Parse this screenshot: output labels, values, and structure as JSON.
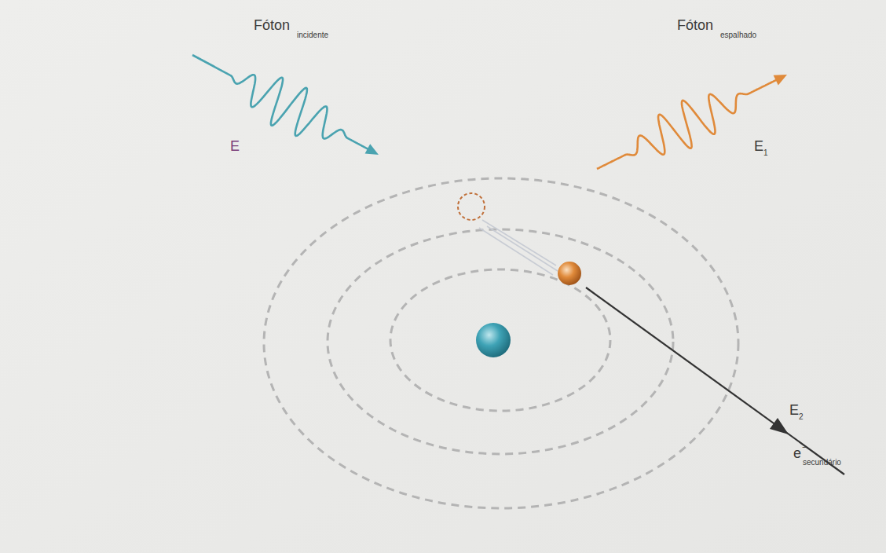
{
  "diagram": {
    "labels": [
      "Fóton",
      "incidente",
      "E",
      "Fóton",
      "espalhado",
      "E",
      "1",
      "E",
      "2",
      "e",
      "−",
      "secundário"
    ]
  }
}
